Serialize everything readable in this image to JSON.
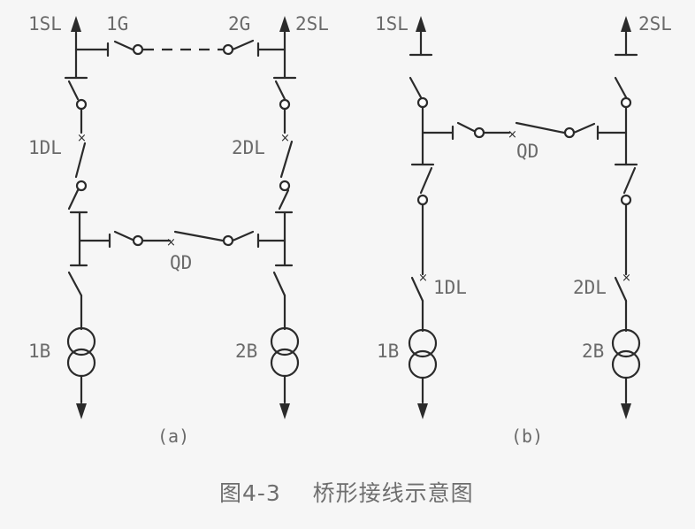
{
  "diagram_a": {
    "labels": {
      "line1": "1SL",
      "line2": "2SL",
      "disconnector1": "1G",
      "disconnector2": "2G",
      "breaker1": "1DL",
      "breaker2": "2DL",
      "bridge_breaker": "QD",
      "transformer1": "1B",
      "transformer2": "2B"
    },
    "subcaption": "(a)"
  },
  "diagram_b": {
    "labels": {
      "line1": "1SL",
      "line2": "2SL",
      "bridge_breaker": "QD",
      "breaker1": "1DL",
      "breaker2": "2DL",
      "transformer1": "1B",
      "transformer2": "2B"
    },
    "subcaption": "(b)"
  },
  "caption": "图4-3    桥形接线示意图"
}
